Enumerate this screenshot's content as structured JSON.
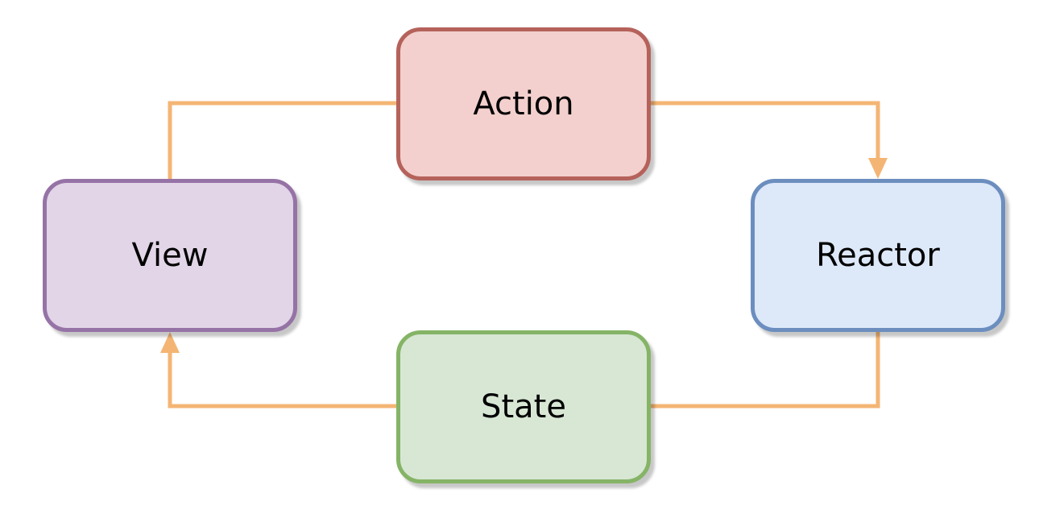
{
  "diagram": {
    "nodes": {
      "action": {
        "label": "Action",
        "fill": "#f3d0cd",
        "stroke": "#b5625b"
      },
      "reactor": {
        "label": "Reactor",
        "fill": "#dde8f8",
        "stroke": "#6c8ebf"
      },
      "state": {
        "label": "State",
        "fill": "#d7e7d4",
        "stroke": "#85b466"
      },
      "view": {
        "label": "View",
        "fill": "#e1d5e7",
        "stroke": "#9673a6"
      }
    },
    "edges": [
      {
        "from": "action",
        "to": "reactor"
      },
      {
        "from": "reactor",
        "to": "state"
      },
      {
        "from": "state",
        "to": "view"
      },
      {
        "from": "view",
        "to": "action"
      }
    ],
    "edge_color": "#f4b574"
  }
}
